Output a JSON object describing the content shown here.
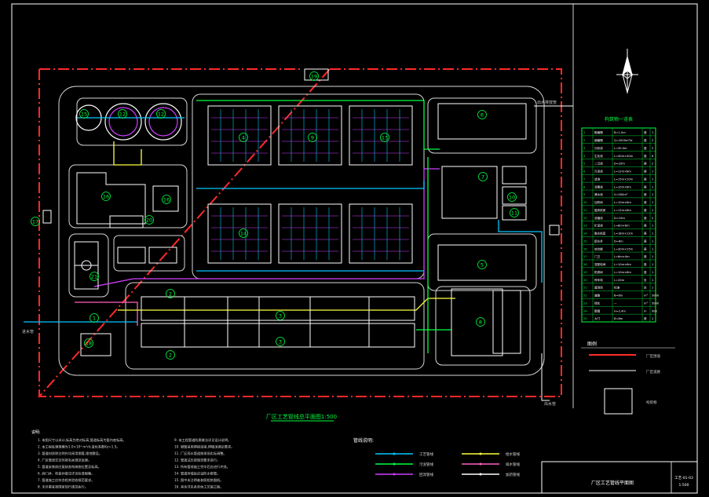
{
  "drawing": {
    "title": "厂区工艺管线总平面图1:500",
    "title_block": {
      "name": "厂区工艺管线平面图",
      "number": "工艺-01-03",
      "sheet": "1:500"
    }
  },
  "units": [
    {
      "id": "u1",
      "label": "1"
    },
    {
      "id": "u2a",
      "label": "2"
    },
    {
      "id": "u2b",
      "label": "2"
    },
    {
      "id": "u3a",
      "label": "3"
    },
    {
      "id": "u3b",
      "label": "3"
    },
    {
      "id": "u4",
      "label": "4"
    },
    {
      "id": "u5",
      "label": "5"
    },
    {
      "id": "u6",
      "label": "6"
    },
    {
      "id": "u7",
      "label": "7"
    },
    {
      "id": "u8",
      "label": "8"
    },
    {
      "id": "u9",
      "label": "9"
    },
    {
      "id": "u10",
      "label": "10"
    },
    {
      "id": "u11",
      "label": "11"
    },
    {
      "id": "u12a",
      "label": "12"
    },
    {
      "id": "u12b",
      "label": "12"
    },
    {
      "id": "u13",
      "label": "13"
    },
    {
      "id": "u14",
      "label": "14"
    },
    {
      "id": "u15",
      "label": "15"
    },
    {
      "id": "u16",
      "label": "16"
    },
    {
      "id": "u16b",
      "label": "16"
    },
    {
      "id": "u17",
      "label": "17"
    },
    {
      "id": "u18",
      "label": "18"
    },
    {
      "id": "u19",
      "label": "19"
    },
    {
      "id": "u20",
      "label": "20"
    },
    {
      "id": "u21",
      "label": "21"
    }
  ],
  "pipe_labels": {
    "inlet": "进水管",
    "outlet": "出水管",
    "effluent_top": "出水排放管"
  },
  "table": {
    "title": "构筑物一览表",
    "rows": [
      {
        "no": "1",
        "name": "粗格栅",
        "spec": "B=1.0m",
        "unit": "座",
        "qty": "1"
      },
      {
        "no": "2",
        "name": "细格栅",
        "spec": "Q=2000m³/d",
        "unit": "座",
        "qty": "2"
      },
      {
        "no": "3",
        "name": "沉砂池",
        "spec": "L=30.0m",
        "unit": "座",
        "qty": "2"
      },
      {
        "no": "4",
        "name": "生化池",
        "spec": "L=40m×30m",
        "unit": "座",
        "qty": "6"
      },
      {
        "no": "5",
        "name": "二沉池",
        "spec": "D=20m",
        "unit": "座",
        "qty": "2"
      },
      {
        "no": "6",
        "name": "污泥池",
        "spec": "L=12m×8m",
        "unit": "座",
        "qty": "1"
      },
      {
        "no": "7",
        "name": "滤池",
        "spec": "L=15m×10m",
        "unit": "座",
        "qty": "1"
      },
      {
        "no": "8",
        "name": "消毒池",
        "spec": "L=10m×6m",
        "unit": "座",
        "qty": "1"
      },
      {
        "no": "9",
        "name": "清水池",
        "spec": "V=500m³",
        "unit": "座",
        "qty": "1"
      },
      {
        "no": "10",
        "name": "加药间",
        "spec": "L=10m×6m",
        "unit": "座",
        "qty": "1"
      },
      {
        "no": "11",
        "name": "鼓风机房",
        "spec": "L=12m×8m",
        "unit": "座",
        "qty": "1"
      },
      {
        "no": "12",
        "name": "浓缩池",
        "spec": "D=10m",
        "unit": "座",
        "qty": "2"
      },
      {
        "no": "13",
        "name": "贮泥池",
        "spec": "L=8m×6m",
        "unit": "座",
        "qty": "1"
      },
      {
        "no": "14",
        "name": "脱水机房",
        "spec": "L=18m×12m",
        "unit": "座",
        "qty": "1"
      },
      {
        "no": "15",
        "name": "配水井",
        "spec": "D=6m",
        "unit": "座",
        "qty": "1"
      },
      {
        "no": "16",
        "name": "综合楼",
        "spec": "L=30m×15m",
        "unit": "座",
        "qty": "1"
      },
      {
        "no": "17",
        "name": "门卫",
        "spec": "L=6m×4m",
        "unit": "座",
        "qty": "1"
      },
      {
        "no": "18",
        "name": "变配电间",
        "spec": "L=10m×6m",
        "unit": "座",
        "qty": "1"
      },
      {
        "no": "19",
        "name": "机修间",
        "spec": "L=10m×8m",
        "unit": "座",
        "qty": "1"
      },
      {
        "no": "20",
        "name": "停车场",
        "spec": "L=20m",
        "unit": "处",
        "qty": "1"
      },
      {
        "no": "21",
        "name": "篮球场",
        "spec": "标准",
        "unit": "处",
        "qty": "1"
      },
      {
        "no": "22",
        "name": "道路",
        "spec": "B=6m",
        "unit": "m²",
        "qty": "3000"
      },
      {
        "no": "23",
        "name": "绿化",
        "spec": "—",
        "unit": "m²",
        "qty": "5000"
      },
      {
        "no": "24",
        "name": "围墙",
        "spec": "H=2.4m",
        "unit": "m",
        "qty": "900"
      },
      {
        "no": "25",
        "name": "大门",
        "spec": "B=8m",
        "unit": "座",
        "qty": "1"
      }
    ]
  },
  "legend_right": {
    "title": "图例",
    "items": [
      {
        "label": "厂区围墙",
        "color": "#ff2a2a"
      },
      {
        "label": "厂区道路",
        "color": "#ffffff"
      },
      {
        "label": "构筑物",
        "color": "#ffffff"
      }
    ]
  },
  "pipe_legend": {
    "title": "管线说明:",
    "items": [
      {
        "label": "工艺管线",
        "color": "#00c8ff"
      },
      {
        "label": "污泥管线",
        "color": "#00ff40"
      },
      {
        "label": "回流管线",
        "color": "#d040ff"
      },
      {
        "label": "给水管线",
        "color": "#ffff40"
      },
      {
        "label": "排水管线",
        "color": "#ff60c0"
      },
      {
        "label": "加药管线",
        "color": "#ffffff"
      }
    ]
  },
  "notes": {
    "title": "说明:",
    "left": [
      "1. 本图尺寸以米计,标高为绝对标高,管道标高为管内底标高。",
      "2. 本工程处理规模为1.0×10⁴ m³/d,变化系数Kz=1.5。",
      "3. 管道材质除注明外均采用钢管,埋地敷设。",
      "4. 厂区管线交叉时按有关规范处理。",
      "5. 管道安装前应复核各构筑物位置及标高。",
      "6. 阀门井、检查井做法详见标准图集。",
      "7. 管道施工应符合相关验收规范要求。",
      "8. 未尽事宜按国家现行规范执行。"
    ],
    "right": [
      "9. 本工程管道防腐做法详见设计说明。",
      "10. 钢管采用焊接连接,焊缝须满足要求。",
      "11. 厂区雨水管道按现场实际调整。",
      "12. 管道试压按规范要求进行。",
      "13. 所有管线施工完毕后应进行冲洗。",
      "14. 管道穿墙处应设防水套管。",
      "15. 图中未注明者参照相关图纸。",
      "16. 其余详见各单体工艺施工图。"
    ]
  },
  "colors": {
    "background": "#000000",
    "wall": "#ff2a2a",
    "road": "#d8d8d8",
    "structure": "#ffffff",
    "label": "#00ff40",
    "process": "#00c8ff",
    "sludge": "#00ff40",
    "return": "#d040ff",
    "water": "#ffff40"
  }
}
